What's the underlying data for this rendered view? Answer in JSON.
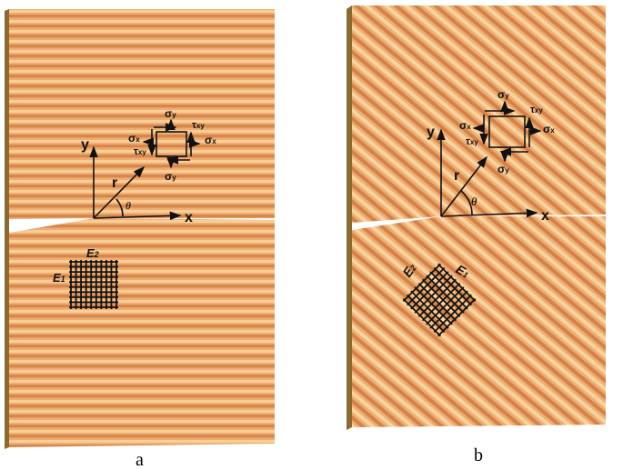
{
  "panels": [
    {
      "caption": "a",
      "grain": "horizontal",
      "labels": {
        "x": "x",
        "y": "y",
        "r": "r",
        "theta": "θ",
        "sigma": "σ",
        "tau": "τ",
        "sub_x": "x",
        "sub_y": "y",
        "sub_xy": "xy",
        "E": "E",
        "sub_1": "1",
        "sub_2": "2"
      }
    },
    {
      "caption": "b",
      "grain": "diagonal",
      "labels": {
        "x": "x",
        "y": "y",
        "r": "r",
        "theta": "θ",
        "sigma": "σ",
        "tau": "τ",
        "sub_x": "x",
        "sub_y": "y",
        "sub_xy": "xy",
        "E": "E",
        "sub_1": "1",
        "sub_2": "2"
      }
    }
  ],
  "colors": {
    "wood_light": "#f2b77a",
    "wood_dark": "#d9894f",
    "edge": "#8a6a30"
  }
}
